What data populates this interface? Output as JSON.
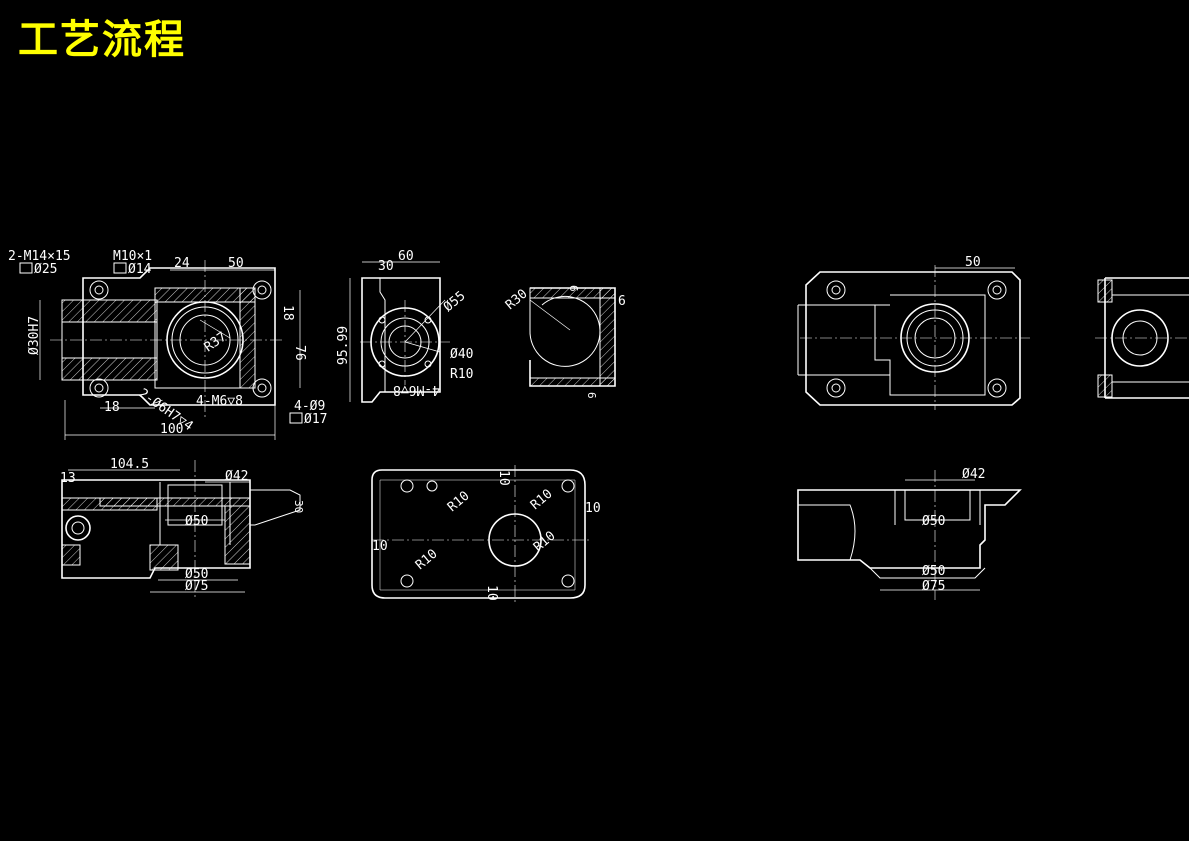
{
  "title": "工艺流程",
  "views": {
    "top_left": {
      "labels": [
        "2-M14×15",
        "Ø25",
        "M10×1",
        "Ø14",
        "24",
        "50",
        "18",
        "76",
        "R37",
        "Ø30H7",
        "4-M6▽8",
        "2-Ø6H7▽4",
        "18",
        "100",
        "4-Ø9",
        "Ø17"
      ]
    },
    "side_view": {
      "labels": [
        "30",
        "60",
        "95.99",
        "Ø55",
        "Ø40",
        "R10",
        "4-M6▽8"
      ]
    },
    "section_view": {
      "labels": [
        "R30",
        "6",
        "6",
        "6"
      ]
    },
    "front_section": {
      "labels": [
        "104.5",
        "13",
        "Ø42",
        "Ø50",
        "Ø50",
        "Ø75",
        "30"
      ]
    },
    "bottom_plate": {
      "labels": [
        "10",
        "R10",
        "R10",
        "R10",
        "R10",
        "10",
        "10",
        "10"
      ]
    },
    "top_right": {
      "labels": [
        "50"
      ]
    },
    "right_section": {
      "labels": [
        "Ø42",
        "Ø50",
        "Ø50",
        "Ø75"
      ]
    }
  }
}
